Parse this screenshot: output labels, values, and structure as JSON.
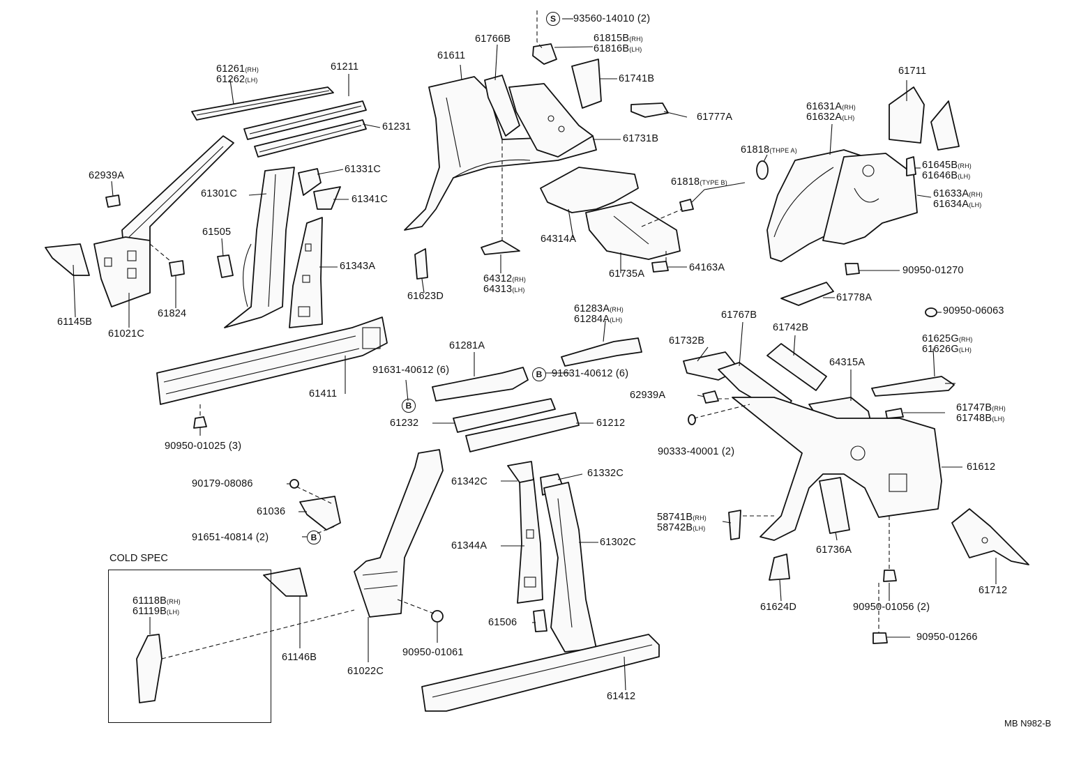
{
  "labels": {
    "p93560": "93560-14010",
    "p93560_qty": "(2)",
    "p61766b": "61766B",
    "p61815b": "61815B",
    "p61816b": "61816B",
    "p61611": "61611",
    "p61741b": "61741B",
    "p61777a": "61777A",
    "p61731b": "61731B",
    "p61261": "61261",
    "p61262": "61262",
    "p61211": "61211",
    "p61231": "61231",
    "p62939a_l": "62939A",
    "p61331c": "61331C",
    "p61301c": "61301C",
    "p61341c": "61341C",
    "p61505": "61505",
    "p61343a": "61343A",
    "p61145b": "61145B",
    "p61021c": "61021C",
    "p61824": "61824",
    "p61711": "61711",
    "p61631a": "61631A",
    "p61632a": "61632A",
    "p61818a": "61818",
    "p61818a_sub": "(THPE A)",
    "p61818b": "61818",
    "p61818b_sub": "(TYPE B)",
    "p61645b": "61645B",
    "p61646b": "61646B",
    "p61633a": "61633A",
    "p61634a": "61634A",
    "p64314a": "64314A",
    "p61735a": "61735A",
    "p64163a": "64163A",
    "p90950_01270": "90950-01270",
    "p64312": "64312",
    "p64313": "64313",
    "p61623d": "61623D",
    "p61778a": "61778A",
    "p90950_06063": "90950-06063",
    "p61283a": "61283A",
    "p61284a": "61284A",
    "p61281a": "61281A",
    "p91631_a": "91631-40612",
    "p91631_a_qty": "(6)",
    "p91631_b": "91631-40612",
    "p91631_b_qty": "(6)",
    "p61411": "61411",
    "p61232": "61232",
    "p61212": "61212",
    "p90950_01025": "90950-01025",
    "p90950_01025_qty": "(3)",
    "p61732b": "61732B",
    "p61767b": "61767B",
    "p61742b": "61742B",
    "p64315a": "64315A",
    "p61625g": "61625G",
    "p61626g": "61626G",
    "p62939a_r": "62939A",
    "p61747b": "61747B",
    "p61748b": "61748B",
    "p90333": "90333-40001",
    "p90333_qty": "(2)",
    "p61612": "61612",
    "p90179": "90179-08086",
    "p61342c": "61342C",
    "p61332c": "61332C",
    "p61036": "61036",
    "p91651": "91651-40814",
    "p91651_qty": "(2)",
    "p58741b": "58741B",
    "p58742b": "58742B",
    "p61344a": "61344A",
    "p61302c": "61302C",
    "p61736a": "61736A",
    "p61118b": "61118B",
    "p61119b": "61119B",
    "p61146b": "61146B",
    "p61022c": "61022C",
    "p90950_01061": "90950-01061",
    "p61506": "61506",
    "p61624d": "61624D",
    "p90950_01056": "90950-01056",
    "p90950_01056_qty": "(2)",
    "p61712": "61712",
    "p90950_01266": "90950-01266",
    "p61412": "61412"
  },
  "suffix": {
    "rh": "(RH)",
    "lh": "(LH)"
  },
  "markers": {
    "s": "S",
    "b": "B"
  },
  "cold_spec_title": "COLD SPEC",
  "diagram_code": "MB N982-B"
}
